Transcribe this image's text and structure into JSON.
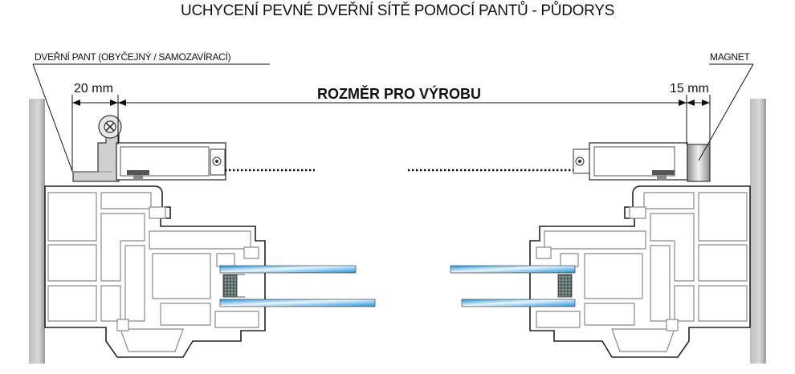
{
  "title": "UCHYCENÍ PEVNÉ DVEŘNÍ SÍTĚ POMOCÍ PANTŮ - PŮDORYS",
  "labels": {
    "hinge": "DVEŘNÍ PANT (OBYČEJNÝ / SAMOZAVÍRACÍ)",
    "magnet": "MAGNET",
    "dim_left": "20 mm",
    "dim_right": "15 mm",
    "production_size": "ROZMĚR PRO VÝROBU"
  },
  "colors": {
    "wall": "#a8a8a8",
    "profile_stroke": "#8a8a8a",
    "hinge": "#cfcfcf",
    "glass": "#35a9e6",
    "spacer": "#6e7f7c"
  },
  "icons": {
    "hinge_screw": "screw-icon"
  }
}
